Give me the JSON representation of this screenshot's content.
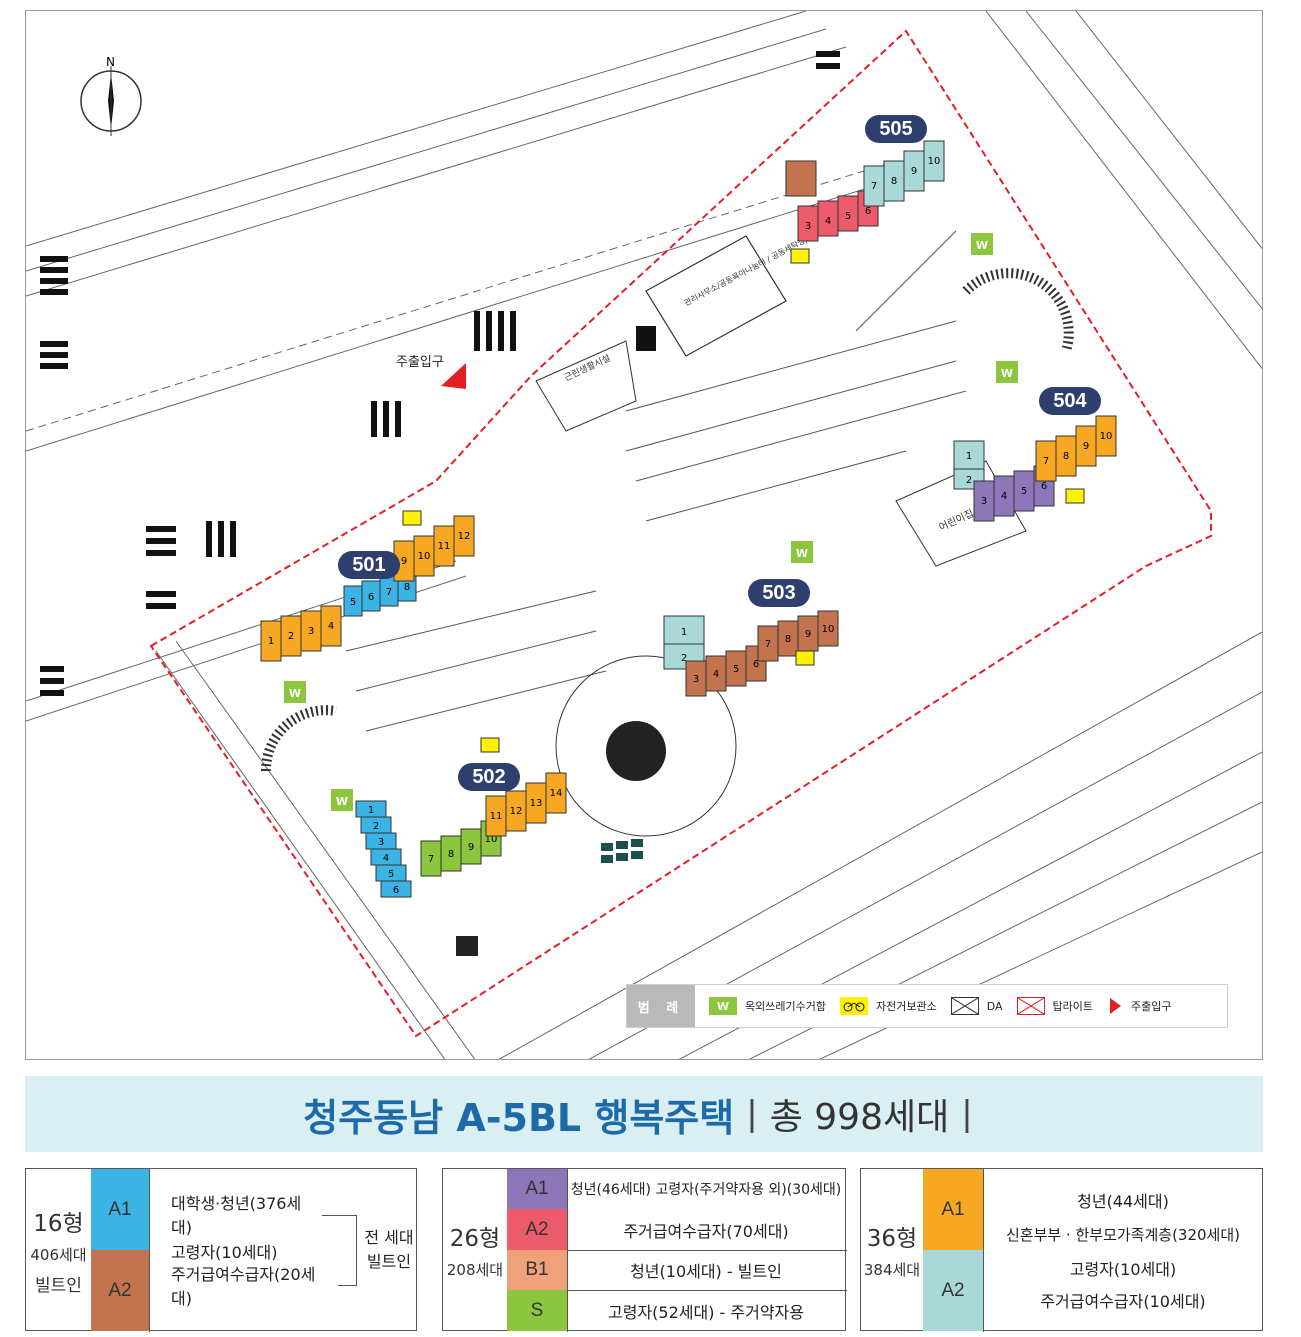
{
  "plan": {
    "north_label": "N",
    "entrance_label": "주출입구",
    "buildings": [
      {
        "id": "501",
        "label": "501"
      },
      {
        "id": "502",
        "label": "502"
      },
      {
        "id": "503",
        "label": "503"
      },
      {
        "id": "504",
        "label": "504"
      },
      {
        "id": "505",
        "label": "505"
      }
    ],
    "facility_labels": {
      "management": "관리사무소/공동육아나눔터 / 공동세탁장/근로자 휴게실",
      "neighborhood": "근린생활시설",
      "daycare": "어린이집"
    }
  },
  "legend": {
    "title": "범 례",
    "items": [
      {
        "name": "waste",
        "glyph": "W",
        "label": "옥외쓰레기수거함",
        "color": "#8cc63f"
      },
      {
        "name": "bicycle",
        "glyph": "ቋ",
        "label": "자전거보관소",
        "color": "#fff200"
      },
      {
        "name": "da",
        "glyph": "",
        "label": "DA",
        "color": "#ffffff"
      },
      {
        "name": "toplight",
        "glyph": "",
        "label": "탑라이트",
        "color": "#ffffff"
      },
      {
        "name": "entrance",
        "glyph": "",
        "label": "주출입구",
        "color": "#e31e24"
      }
    ]
  },
  "title": {
    "main": "청주동남 A-5BL 행복주택",
    "sep": "|",
    "total": "총 998세대"
  },
  "unit_types": [
    {
      "size": "16형",
      "count": "406세대",
      "note": "빌트인",
      "codes": [
        {
          "code": "A1",
          "color": "#3bb4e5"
        },
        {
          "code": "A2",
          "color": "#c3744f"
        }
      ],
      "rows": [
        "대학생·청년(376세대)",
        "고령자(10세대)",
        "주거급여수급자(20세대)"
      ],
      "bracket": "전 세대 빌트인"
    },
    {
      "size": "26형",
      "count": "208세대",
      "codes": [
        {
          "code": "A1",
          "color": "#8d77b8",
          "desc": "청년(46세대) 고령자(주거약자용 외)(30세대)"
        },
        {
          "code": "A2",
          "color": "#ec5b6c",
          "desc": "주거급여수급자(70세대)"
        },
        {
          "code": "B1",
          "color": "#f0a179",
          "desc": "청년(10세대) -  빌트인"
        },
        {
          "code": "S",
          "color": "#8cc63f",
          "desc": "고령자(52세대) - 주거약자용"
        }
      ]
    },
    {
      "size": "36형",
      "count": "384세대",
      "codes": [
        {
          "code": "A1",
          "color": "#f7a823"
        },
        {
          "code": "A2",
          "color": "#a8d8d8"
        }
      ],
      "rows_a1": [
        "청년(44세대)",
        "신혼부부 · 한부모가족계층(320세대)"
      ],
      "rows_a2": [
        "고령자(10세대)",
        "주거급여수급자(10세대)"
      ]
    }
  ]
}
